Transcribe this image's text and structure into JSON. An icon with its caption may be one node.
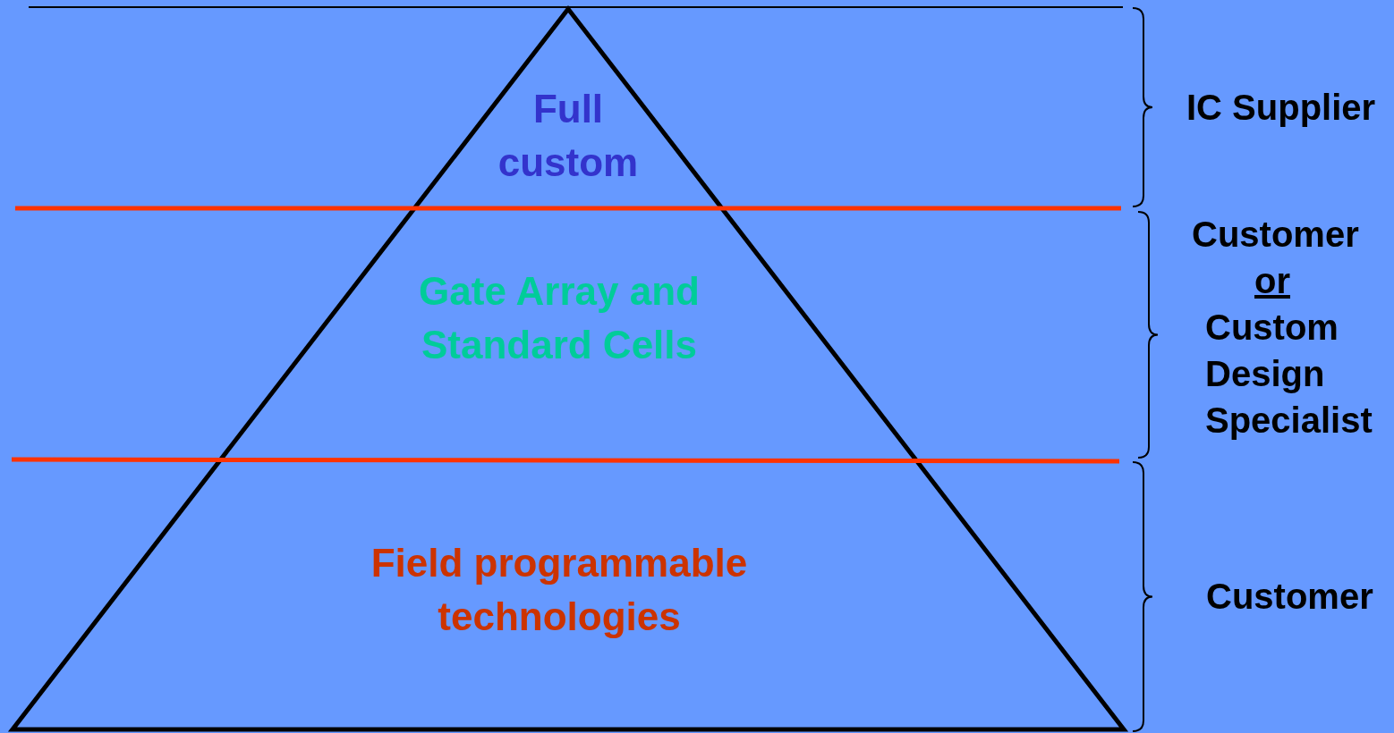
{
  "diagram": {
    "nodes": [
      {
        "text": [
          "Full custom"
        ]
      },
      {
        "text": [
          "Gate Array and Standard Cells"
        ]
      },
      {
        "text": [
          "Field programmable technologies"
        ]
      }
    ],
    "labels": [
      "IC Supplier",
      "Customer or Custom Design Specialist",
      "Customer"
    ]
  }
}
